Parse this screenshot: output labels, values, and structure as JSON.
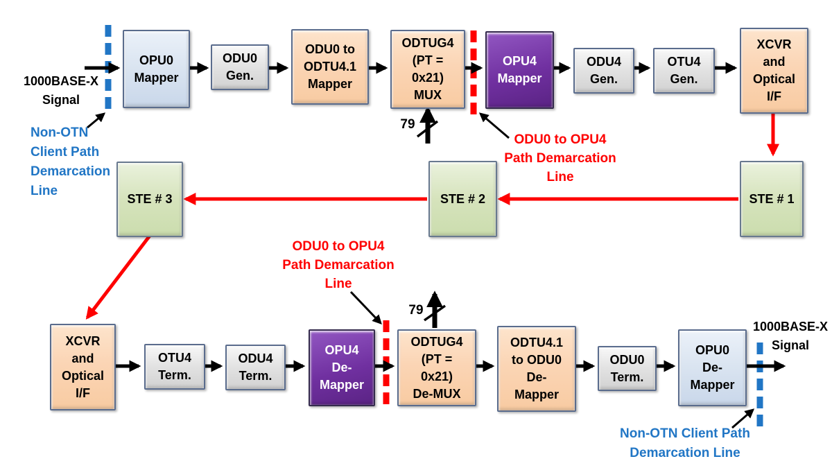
{
  "colors": {
    "peach_box": "#fbd5b5",
    "gray_box": "#d9d9d9",
    "light_blue_box": "#dbe5f1",
    "purple_box": "#7030a0",
    "green_box": "#d6e3bc",
    "red_accent": "#fe0000",
    "blue_accent": "#2176c5",
    "black": "#000000"
  },
  "boxes": {
    "opu0_mapper": {
      "label": "OPU0\nMapper"
    },
    "odu0_gen": {
      "label": "ODU0\nGen."
    },
    "odu0_to_odtu41_mapper": {
      "label": "ODU0 to\nODTU4.1\nMapper"
    },
    "odtug4_mux": {
      "label": "ODTUG4\n(PT =\n0x21)\nMUX"
    },
    "opu4_mapper": {
      "label": "OPU4\nMapper"
    },
    "odu4_gen": {
      "label": "ODU4\nGen."
    },
    "otu4_gen": {
      "label": "OTU4\nGen."
    },
    "xcvr_top": {
      "label": "XCVR\nand\nOptical\nI/F"
    },
    "ste1": {
      "label": "STE # 1"
    },
    "ste2": {
      "label": "STE # 2"
    },
    "ste3": {
      "label": "STE # 3"
    },
    "xcvr_bottom": {
      "label": "XCVR\nand\nOptical\nI/F"
    },
    "otu4_term": {
      "label": "OTU4\nTerm."
    },
    "odu4_term": {
      "label": "ODU4\nTerm."
    },
    "opu4_demapper": {
      "label": "OPU4\nDe-\nMapper"
    },
    "odtug4_demux": {
      "label": "ODTUG4\n(PT =\n0x21)\nDe-MUX"
    },
    "odtu41_to_odu0_demapper": {
      "label": "ODTU4.1\nto ODU0\nDe-\nMapper"
    },
    "odu0_term": {
      "label": "ODU0\nTerm."
    },
    "opu0_demapper": {
      "label": "OPU0\nDe-\nMapper"
    }
  },
  "labels": {
    "signal_in": "1000BASE-X\nSignal",
    "signal_out": "1000BASE-X\nSignal",
    "non_otn_demarcation_top": "Non-OTN\nClient Path\nDemarcation\nLine",
    "non_otn_demarcation_bottom": "Non-OTN Client Path\nDemarcation Line",
    "odu0_opu4_demarcation_top": "ODU0 to OPU4\nPath Demarcation\nLine",
    "odu0_opu4_demarcation_bottom": "ODU0 to OPU4\nPath Demarcation\nLine",
    "bus_width_top": "79",
    "bus_width_bottom": "79"
  }
}
